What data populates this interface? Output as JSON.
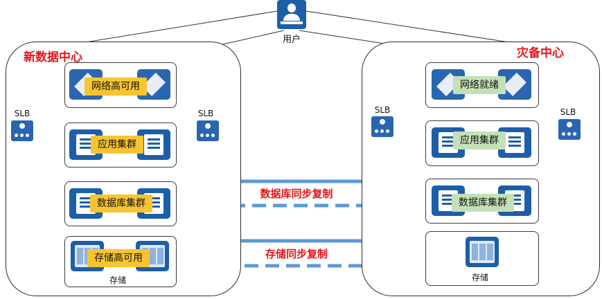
{
  "user": {
    "label": "用户",
    "icon": "user-laptop-icon"
  },
  "left_dc": {
    "title": "新数据中心",
    "tier_network": "网络高可用",
    "tier_app": "应用集群",
    "tier_db": "数据库集群",
    "tier_storage": "存储高可用",
    "storage_caption": "存储",
    "slb_left": "SLB",
    "slb_right": "SLB",
    "chip_color": "#f7c531"
  },
  "right_dc": {
    "title": "灾备中心",
    "tier_network": "网络就绪",
    "tier_app": "应用集群",
    "tier_db": "数据库集群",
    "storage_caption": "存储",
    "slb_left": "SLB",
    "slb_right": "SLB",
    "chip_color": "#c4e0b6"
  },
  "replication": {
    "db_label": "数据库同步复制",
    "storage_label": "存储同步复制",
    "arrow_color": "#5b9bd5"
  },
  "colors": {
    "title_red": "#e8141b",
    "icon_blue": "#1d5ea8",
    "border": "#3a3a3a"
  }
}
